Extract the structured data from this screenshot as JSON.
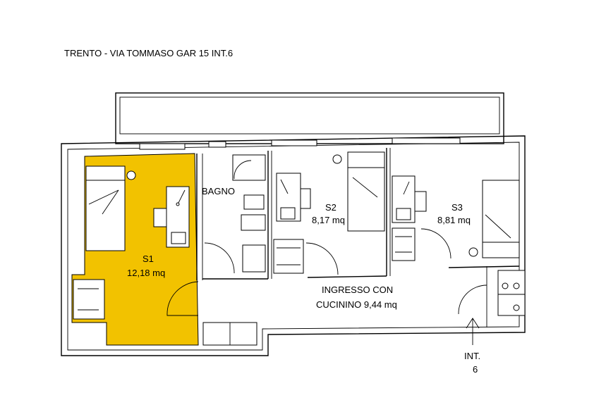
{
  "title": "TRENTO - VIA TOMMASO GAR 15 INT.6",
  "highlight_color": "#f2c200",
  "rooms": {
    "bagno": {
      "name": "BAGNO"
    },
    "s1": {
      "name": "S1",
      "area": "12,18 mq"
    },
    "s2": {
      "name": "S2",
      "area": "8,17 mq"
    },
    "s3": {
      "name": "S3",
      "area": "8,81 mq"
    },
    "ingresso": {
      "name": "INGRESSO CON",
      "area": "CUCININO 9,44 mq"
    }
  },
  "entrance": {
    "label": "INT.",
    "number": "6"
  }
}
